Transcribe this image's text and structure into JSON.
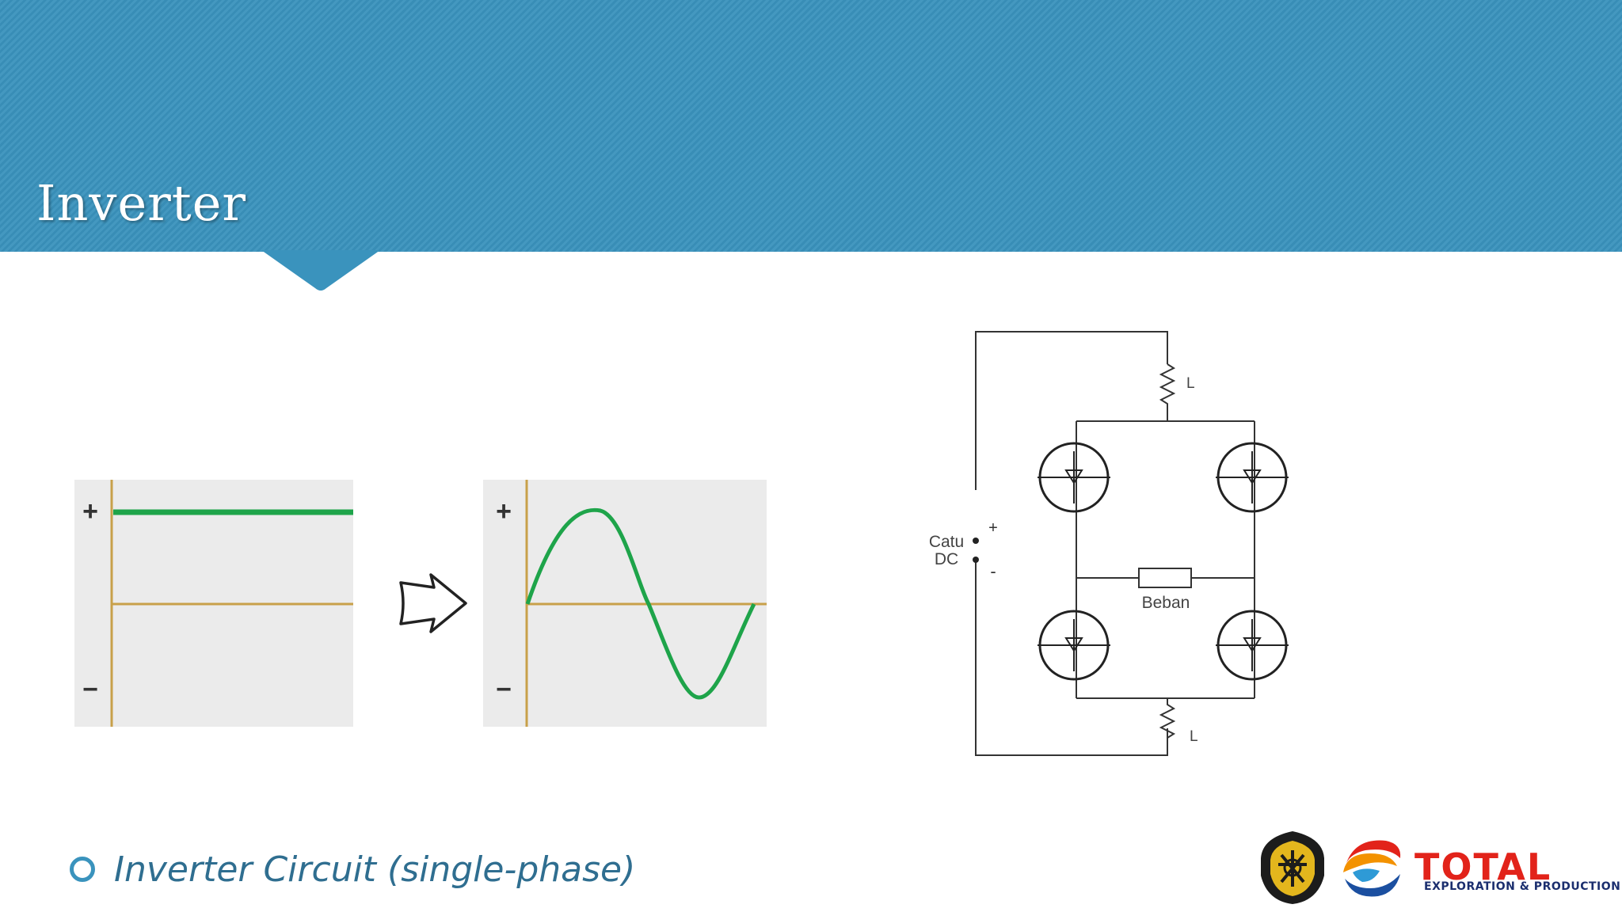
{
  "slide": {
    "title": "Inverter"
  },
  "waveforms": {
    "dc_panel": {
      "plus": "+",
      "minus": "−"
    },
    "ac_panel": {
      "plus": "+",
      "minus": "−"
    },
    "colors": {
      "signal": "#1ea44a",
      "axis": "#c8a04a",
      "panel_bg": "#ebebeb"
    }
  },
  "circuit": {
    "source_label_1": "Catu",
    "source_label_2": "DC",
    "plus": "+",
    "minus": "-",
    "load_label": "Beban",
    "inductor_top": "L",
    "inductor_bottom": "L"
  },
  "bullet": {
    "text": "Inverter Circuit (single-phase)"
  },
  "logo": {
    "brand": "TOTAL",
    "tagline": "EXPLORATION & PRODUCTION"
  },
  "theme": {
    "banner": "#3a93bd",
    "brand_red": "#e2231a"
  }
}
